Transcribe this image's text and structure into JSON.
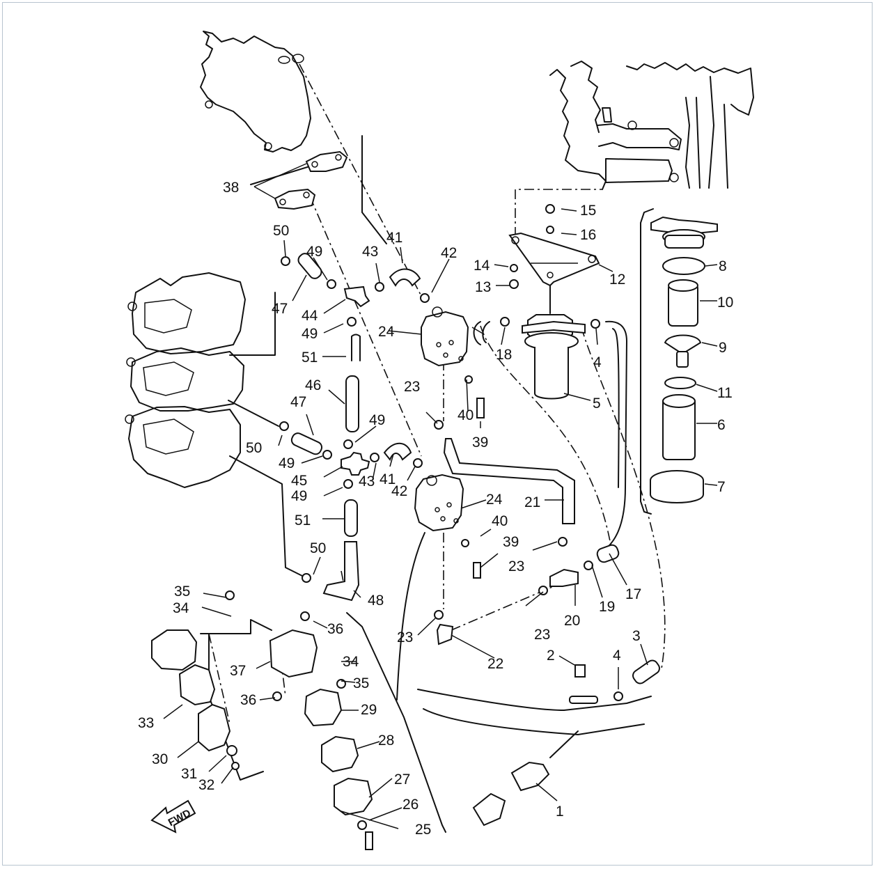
{
  "diagram": {
    "fwd_label": "FWD",
    "callouts": [
      {
        "id": "c1",
        "text": "1"
      },
      {
        "id": "c2",
        "text": "2"
      },
      {
        "id": "c3",
        "text": "3"
      },
      {
        "id": "c4a",
        "text": "4"
      },
      {
        "id": "c4b",
        "text": "4"
      },
      {
        "id": "c5",
        "text": "5"
      },
      {
        "id": "c6",
        "text": "6"
      },
      {
        "id": "c7",
        "text": "7"
      },
      {
        "id": "c8",
        "text": "8"
      },
      {
        "id": "c9",
        "text": "9"
      },
      {
        "id": "c10",
        "text": "10"
      },
      {
        "id": "c11",
        "text": "11"
      },
      {
        "id": "c12",
        "text": "12"
      },
      {
        "id": "c13",
        "text": "13"
      },
      {
        "id": "c14",
        "text": "14"
      },
      {
        "id": "c15",
        "text": "15"
      },
      {
        "id": "c16",
        "text": "16"
      },
      {
        "id": "c17",
        "text": "17"
      },
      {
        "id": "c18",
        "text": "18"
      },
      {
        "id": "c19",
        "text": "19"
      },
      {
        "id": "c20",
        "text": "20"
      },
      {
        "id": "c21",
        "text": "21"
      },
      {
        "id": "c22",
        "text": "22"
      },
      {
        "id": "c23a",
        "text": "23"
      },
      {
        "id": "c23b",
        "text": "23"
      },
      {
        "id": "c23c",
        "text": "23"
      },
      {
        "id": "c23d",
        "text": "23"
      },
      {
        "id": "c24a",
        "text": "24"
      },
      {
        "id": "c24b",
        "text": "24"
      },
      {
        "id": "c25",
        "text": "25"
      },
      {
        "id": "c26",
        "text": "26"
      },
      {
        "id": "c27",
        "text": "27"
      },
      {
        "id": "c28",
        "text": "28"
      },
      {
        "id": "c29",
        "text": "29"
      },
      {
        "id": "c30",
        "text": "30"
      },
      {
        "id": "c31",
        "text": "31"
      },
      {
        "id": "c32",
        "text": "32"
      },
      {
        "id": "c33",
        "text": "33"
      },
      {
        "id": "c34a",
        "text": "34"
      },
      {
        "id": "c34b",
        "text": "34"
      },
      {
        "id": "c35a",
        "text": "35"
      },
      {
        "id": "c35b",
        "text": "35"
      },
      {
        "id": "c36a",
        "text": "36"
      },
      {
        "id": "c36b",
        "text": "36"
      },
      {
        "id": "c37",
        "text": "37"
      },
      {
        "id": "c38",
        "text": "38"
      },
      {
        "id": "c39a",
        "text": "39"
      },
      {
        "id": "c39b",
        "text": "39"
      },
      {
        "id": "c40a",
        "text": "40"
      },
      {
        "id": "c40b",
        "text": "40"
      },
      {
        "id": "c41a",
        "text": "41"
      },
      {
        "id": "c41b",
        "text": "41"
      },
      {
        "id": "c42a",
        "text": "42"
      },
      {
        "id": "c42b",
        "text": "42"
      },
      {
        "id": "c43a",
        "text": "43"
      },
      {
        "id": "c43b",
        "text": "43"
      },
      {
        "id": "c44",
        "text": "44"
      },
      {
        "id": "c45",
        "text": "45"
      },
      {
        "id": "c46",
        "text": "46"
      },
      {
        "id": "c47a",
        "text": "47"
      },
      {
        "id": "c47b",
        "text": "47"
      },
      {
        "id": "c48",
        "text": "48"
      },
      {
        "id": "c49a",
        "text": "49"
      },
      {
        "id": "c49b",
        "text": "49"
      },
      {
        "id": "c49c",
        "text": "49"
      },
      {
        "id": "c49d",
        "text": "49"
      },
      {
        "id": "c49e",
        "text": "49"
      },
      {
        "id": "c50a",
        "text": "50"
      },
      {
        "id": "c50b",
        "text": "50"
      },
      {
        "id": "c50c",
        "text": "50"
      },
      {
        "id": "c51a",
        "text": "51"
      },
      {
        "id": "c51b",
        "text": "51"
      }
    ]
  }
}
